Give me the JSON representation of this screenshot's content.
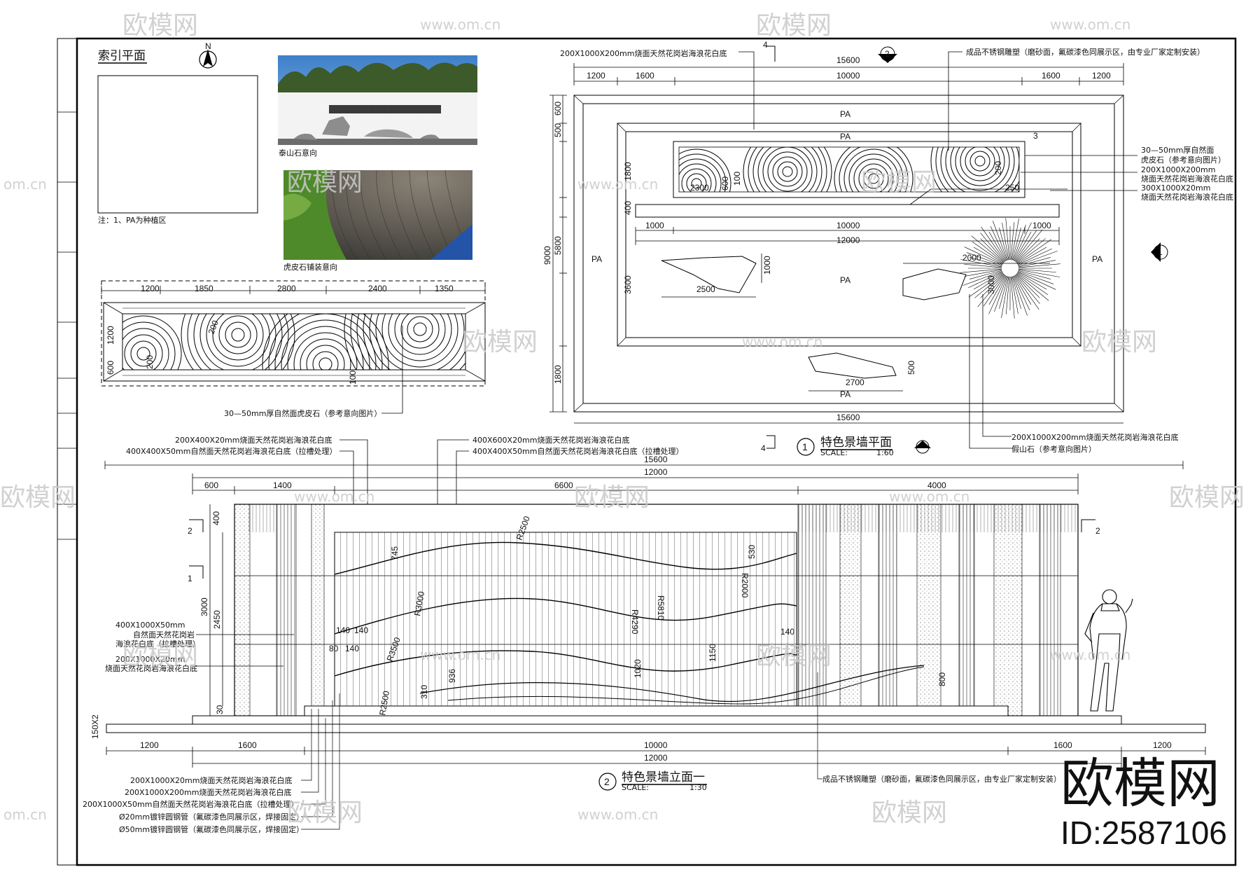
{
  "index_plan": {
    "title": "索引平面",
    "north": "N",
    "note": "注：1、PA为种植区",
    "photo1_caption": "泰山石意向",
    "photo2_caption": "虎皮石铺装意向"
  },
  "pave_strip": {
    "dims": [
      "1200",
      "1850",
      "2800",
      "2400",
      "1350"
    ],
    "side_dims": [
      "1200",
      "600"
    ],
    "inner_dims": [
      "200",
      "200",
      "100"
    ],
    "leader": "30—50mm厚自然面虎皮石（参考意向图片）"
  },
  "plan": {
    "top_leader": "200X1000X200mm烧面天然花岗岩海浪花白底",
    "top_right_leader": "成品不锈钢雕塑（磨砂面，氟碳漆色同展示区，由专业厂家定制安装）",
    "total": "15600",
    "top_dims": [
      "1200",
      "1600",
      "10000",
      "1600",
      "1200"
    ],
    "left_dims": [
      "600",
      "500",
      "1800",
      "400",
      "5800",
      "3600",
      "1800"
    ],
    "total_h": "9000",
    "pa": "PA",
    "mid_dims": [
      "1000",
      "10000",
      "1000"
    ],
    "mid_total": "12000",
    "inner_dims": [
      "2300",
      "600",
      "100",
      "200",
      "250",
      "2500",
      "1000",
      "2000",
      "3000",
      "2700",
      "500"
    ],
    "right_notes": [
      "30—50mm厚自然面",
      "虎皮石（参考意向图片）",
      "200X1000X200mm",
      "烧面天然花岗岩海浪花白底",
      "300X1000X20mm",
      "烧面天然花岗岩海浪花白底"
    ],
    "bottom_leader1": "200X1000X200mm烧面天然花岗岩海浪花白底",
    "bottom_leader2": "假山石（参考意向图片）",
    "section_marks": [
      "4",
      "3",
      "4",
      "2",
      "1"
    ],
    "title_num": "1",
    "title": "特色景墙平面",
    "scale_label": "SCALE:",
    "scale": "1:60"
  },
  "elevation": {
    "notes_top": [
      "200X400X20mm烧面天然花岗岩海浪花白底",
      "400X400X50mm自然面天然花岗岩海浪花白底（拉槽处理）",
      "400X600X20mm烧面天然花岗岩海浪花白底",
      "400X400X50mm自然面天然花岗岩海浪花白底（拉槽处理）"
    ],
    "total": "15600",
    "sub_total": "12000",
    "top_dims": [
      "600",
      "1400",
      "6600",
      "4000"
    ],
    "left_dims": [
      "400",
      "3000",
      "2450",
      "30",
      "150X2"
    ],
    "left_notes": [
      "400X1000X50mm",
      "自然面天然花岗岩",
      "海浪花白底（拉槽处理）",
      "200X1000X20mm",
      "烧面天然花岗岩海浪花白底"
    ],
    "radii": [
      "R2500",
      "R3000",
      "R3500",
      "R2500",
      "R5810",
      "R4290",
      "R2000"
    ],
    "inner_dims": [
      "745",
      "140",
      "140",
      "80",
      "140",
      "936",
      "310",
      "1020",
      "1150",
      "530",
      "140",
      "800"
    ],
    "bottom_dims": [
      "1200",
      "1600",
      "10000",
      "1600",
      "1200"
    ],
    "bottom_total": "12000",
    "section_marks": [
      "2",
      "1",
      "2"
    ],
    "bottom_notes": [
      "200X1000X20mm烧面天然花岗岩海浪花白底",
      "200X1000X200mm烧面天然花岗岩海浪花白底",
      "200X1000X50mm自然面天然花岗岩海浪花白底（拉槽处理）",
      "Ø20mm镀锌圆钢管（氟碳漆色同展示区，焊接固定）",
      "Ø50mm镀锌圆钢管（氟碳漆色同展示区，焊接固定）"
    ],
    "right_note": "成品不锈钢雕塑（磨砂面，氟碳漆色同展示区，由专业厂家定制安装）",
    "title_num": "2",
    "title": "特色景墙立面一",
    "scale_label": "SCALE:",
    "scale": "1:30"
  },
  "watermark": {
    "brand": "欧模网",
    "site": "www.om.cn",
    "site_short": "om.cn",
    "big": "欧模网",
    "id": "ID:2587106"
  }
}
